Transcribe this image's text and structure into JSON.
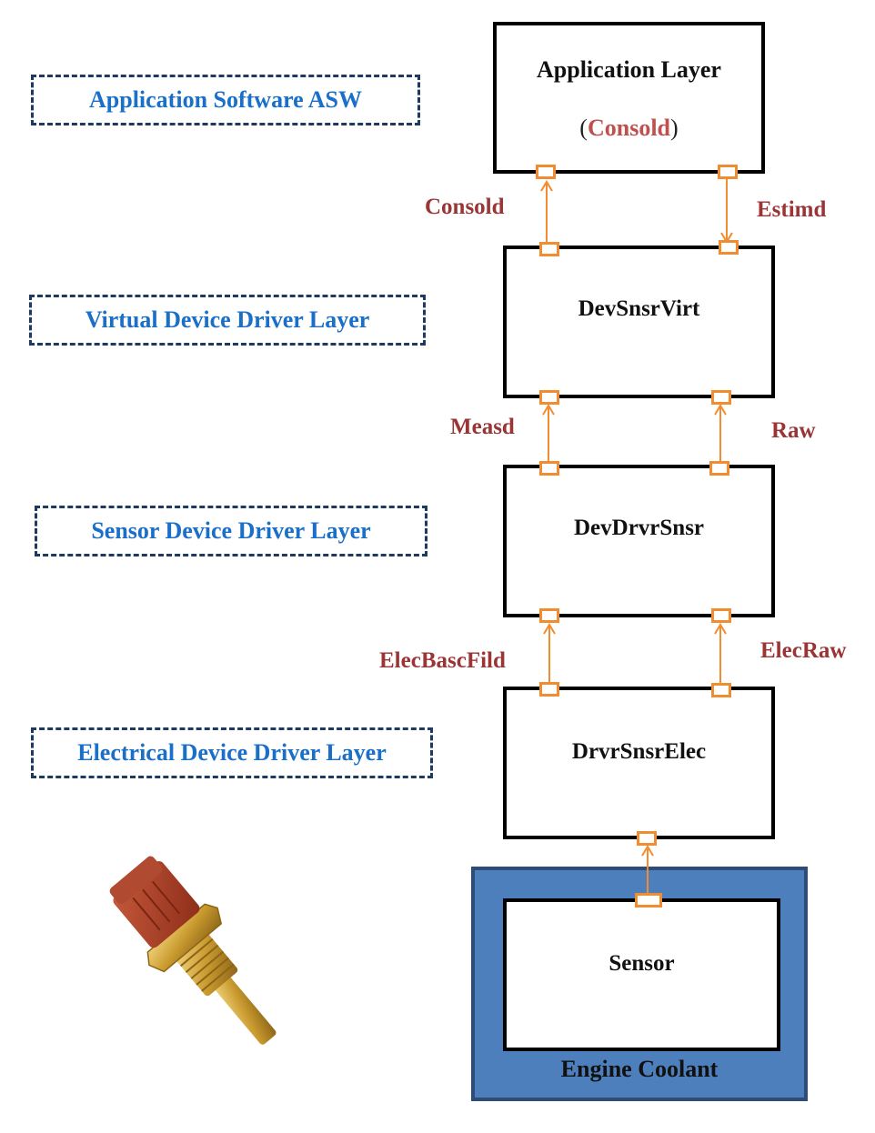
{
  "layers": [
    {
      "id": "asw",
      "label": "Application Software ASW"
    },
    {
      "id": "virtual",
      "label": "Virtual Device Driver Layer"
    },
    {
      "id": "sensor",
      "label": "Sensor Device Driver Layer"
    },
    {
      "id": "electrical",
      "label": "Electrical Device Driver Layer"
    }
  ],
  "blocks": {
    "application": {
      "title": "Application Layer",
      "paren_open": "(",
      "subtitle": "Consold",
      "paren_close": ")"
    },
    "dev_snsr_virt": {
      "title": "DevSnsrVirt"
    },
    "dev_drvr_snsr": {
      "title": "DevDrvrSnsr"
    },
    "drvr_snsr_elec": {
      "title": "DrvrSnsrElec"
    },
    "sensor": {
      "title": "Sensor"
    }
  },
  "environment": {
    "label": "Engine Coolant"
  },
  "signals": [
    {
      "label": "Consold",
      "from": "DevSnsrVirt",
      "to": "Application Layer",
      "direction": "up"
    },
    {
      "label": "Estimd",
      "from": "Application Layer",
      "to": "DevSnsrVirt",
      "direction": "down"
    },
    {
      "label": "Measd",
      "from": "DevDrvrSnsr",
      "to": "DevSnsrVirt",
      "direction": "up"
    },
    {
      "label": "Raw",
      "from": "DevDrvrSnsr",
      "to": "DevSnsrVirt",
      "direction": "up"
    },
    {
      "label": "ElecBascFild",
      "from": "DrvrSnsrElec",
      "to": "DevDrvrSnsr",
      "direction": "up"
    },
    {
      "label": "ElecRaw",
      "from": "DrvrSnsrElec",
      "to": "DevDrvrSnsr",
      "direction": "up"
    },
    {
      "label": "",
      "from": "Sensor",
      "to": "DrvrSnsrElec",
      "direction": "up"
    }
  ],
  "colors": {
    "layer_text": "#1a6fc8",
    "layer_border": "#1f3a5f",
    "signal_text": "#9b3535",
    "subtitle_text": "#c0504d",
    "port": "#f28c30",
    "coolant_fill": "#4e7fbd"
  },
  "image": {
    "description": "coolant-temperature-sensor-photo"
  }
}
